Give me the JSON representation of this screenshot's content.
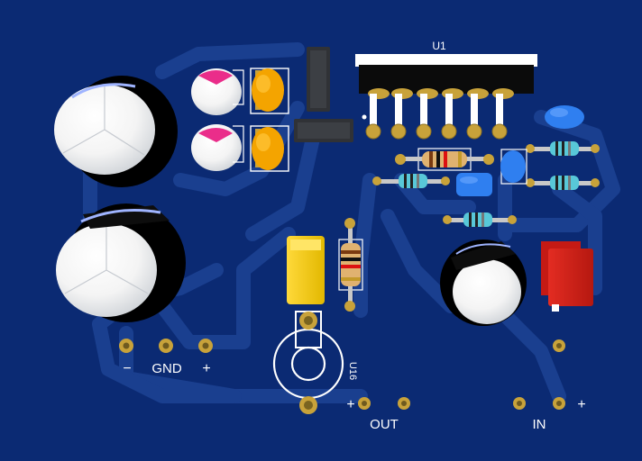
{
  "board": {
    "colors": {
      "substrate": "#0b2a73",
      "trace": "#1a3f8f",
      "silkscreen": "#ffffff",
      "pad": "#c8a23a",
      "component_red": "#d8261d",
      "component_yellow": "#f2d100",
      "component_blue": "#2f7ff0"
    },
    "labels": {
      "ic_ref": "U1",
      "vertical_ref": "U16",
      "power_minus": "−",
      "power_gnd": "GND",
      "power_plus": "+",
      "out_plus": "+",
      "out": "OUT",
      "in": "IN",
      "in_plus": "+"
    },
    "icons": {
      "electrolytic_cap": "cylinder-capacitor",
      "ceramic_cap": "tantalum-capacitor",
      "resistor": "axial-resistor",
      "ic": "sip-ic-heatsink"
    }
  }
}
